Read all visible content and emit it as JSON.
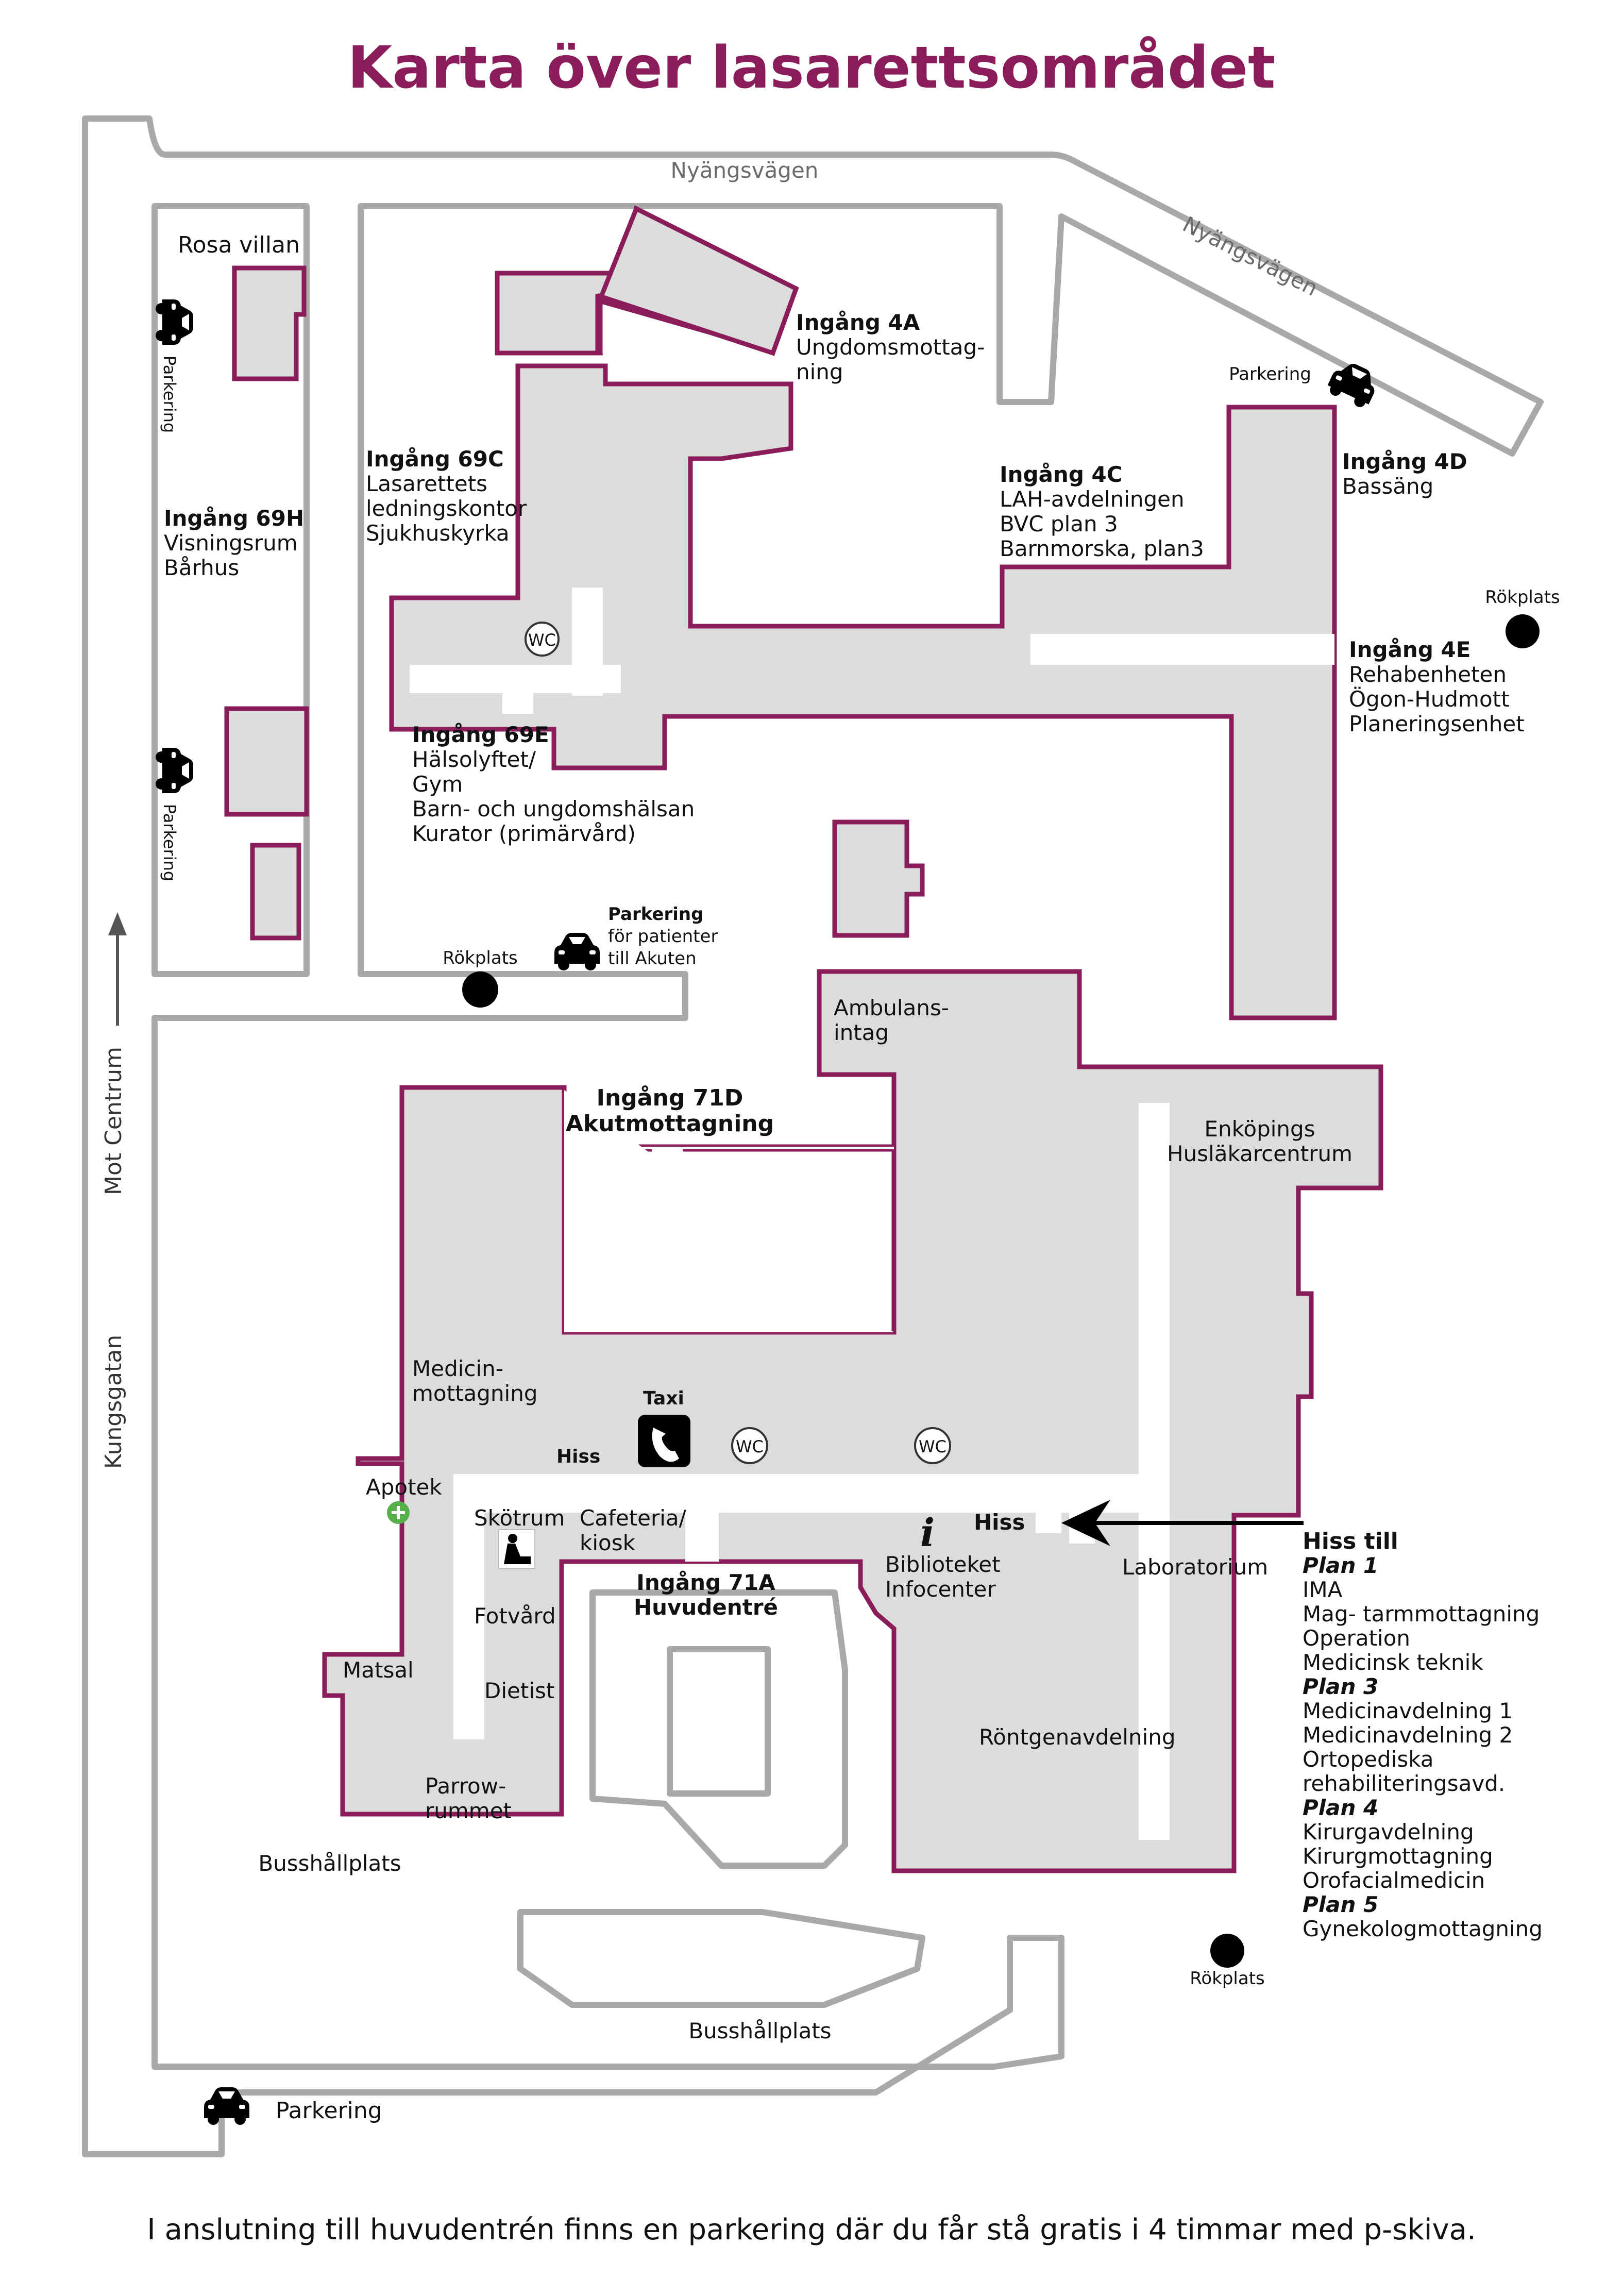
{
  "title": "Karta över lasarettsområdet",
  "footer": "I anslutning till huvudentrén finns en parkering där du får stå gratis i 4 timmar med p-skiva.",
  "colors": {
    "title": "#8a1c5a",
    "building_border": "#8a1c5a",
    "building_fill": "#dcdcdc",
    "road_edge": "#a9a9a9"
  },
  "roads": {
    "nyangsvagen_top": "Nyängsvägen",
    "nyangsvagen_diag": "Nyängsvägen",
    "kungsgatan": "Kungsgatan",
    "mot_centrum": "Mot Centrum"
  },
  "buildings": {
    "rosa_villan": "Rosa villan",
    "ing_4a": {
      "name": "Ingång 4A",
      "lines": [
        "Ungdomsmottag-",
        "ning"
      ]
    },
    "ing_69c": {
      "name": "Ingång 69C",
      "lines": [
        "Lasarettets",
        "ledningskontor",
        "Sjukhuskyrka"
      ]
    },
    "ing_69h": {
      "name": "Ingång 69H",
      "lines": [
        "Visningsrum",
        "Bårhus"
      ]
    },
    "ing_4c": {
      "name": "Ingång 4C",
      "lines": [
        "LAH-avdelningen",
        "BVC plan 3",
        "Barnmorska, plan3"
      ]
    },
    "ing_4d": {
      "name": "Ingång 4D",
      "lines": [
        "Bassäng"
      ]
    },
    "ing_4e": {
      "name": "Ingång 4E",
      "lines": [
        "Rehabenheten",
        "Ögon-Hudmott",
        "Planeringsenhet"
      ]
    },
    "ing_69e": {
      "name": "Ingång 69E",
      "lines": [
        "Hälsolyftet/",
        "Gym",
        "Barn- och ungdomshälsan",
        "Kurator (primärvård)"
      ]
    },
    "ambulans": [
      "Ambulans-",
      "intag"
    ],
    "ing_71d": {
      "name": "Ingång 71D",
      "sub": "Akutmottagning"
    },
    "enkopings": [
      "Enköpings",
      "Husläkarcentrum"
    ],
    "medicin": [
      "Medicin-",
      "mottagning"
    ],
    "apotek": "Apotek",
    "skotrum": "Skötrum",
    "cafeteria": [
      "Cafeteria/",
      "kiosk"
    ],
    "fotvard": "Fotvård",
    "dietist": "Dietist",
    "matsal": "Matsal",
    "parrow": [
      "Parrow-",
      "rummet"
    ],
    "ing_71a": {
      "name": "Ingång 71A",
      "sub": "Huvudentré"
    },
    "bibliotek": [
      "Biblioteket",
      "Infocenter"
    ],
    "laboratorium": "Laboratorium",
    "rontgen": "Röntgenavdelning"
  },
  "labels": {
    "wc": "WC",
    "hiss_small": "Hiss",
    "hiss_main": "Hiss",
    "taxi": "Taxi",
    "parkering": "Parkering",
    "parkering_akut": {
      "title": "Parkering",
      "lines": [
        "för patienter",
        "till Akuten"
      ]
    },
    "rokplats": "Rökplats",
    "busshallplats": "Busshållplats",
    "info_glyph": "i"
  },
  "hiss_till": {
    "title": "Hiss till",
    "floors": [
      {
        "plan": "Plan 1",
        "items": [
          "IMA",
          "Mag- tarmmottagning",
          "Operation",
          "Medicinsk teknik"
        ]
      },
      {
        "plan": "Plan 3",
        "items": [
          "Medicinavdelning 1",
          "Medicinavdelning 2",
          "Ortopediska",
          "rehabiliteringsavd."
        ]
      },
      {
        "plan": "Plan 4",
        "items": [
          "Kirurgavdelning",
          "Kirurgmottagning",
          "Orofacialmedicin"
        ]
      },
      {
        "plan": "Plan 5",
        "items": [
          "Gynekologmottagning"
        ]
      }
    ]
  }
}
